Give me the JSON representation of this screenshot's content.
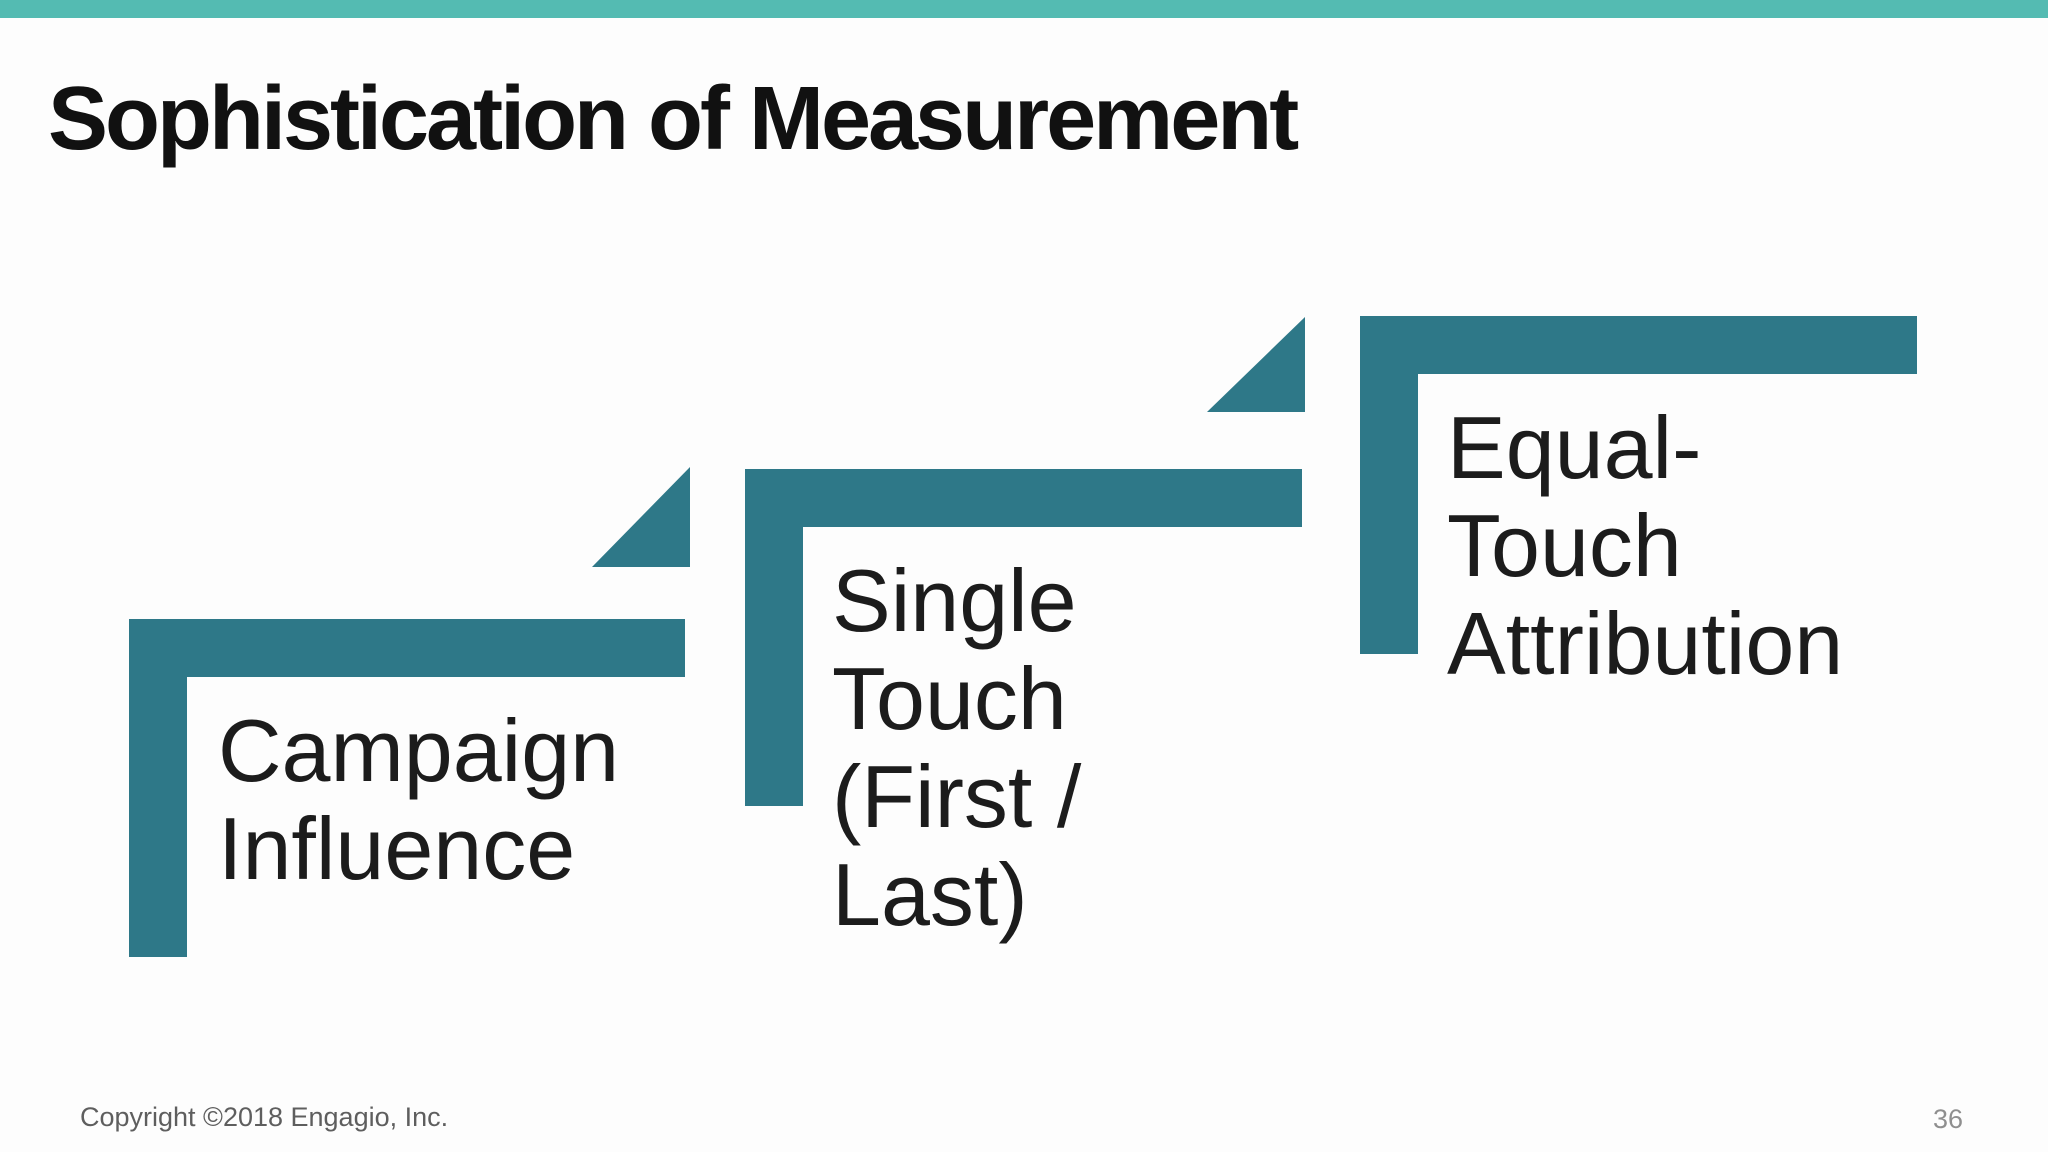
{
  "slide": {
    "title": "Sophistication of Measurement",
    "footer": "Copyright ©2018 Engagio, Inc.",
    "page_number": "36"
  },
  "colors": {
    "background": "#fdfdfd",
    "accent_bar": "#54bbb2",
    "shape_teal": "#2e7888",
    "title_text": "#111111",
    "step_text": "#1c1c1c",
    "footer_text": "#5e5e5e",
    "page_number_text": "#8f8f8f"
  },
  "diagram": {
    "type": "stair-step-progression",
    "description": "Three ascending steps of measurement sophistication, each drawn as a teal corner bracket with an upward arrow triangle between steps",
    "steps": [
      {
        "id": "campaign-influence",
        "lines": [
          "Campaign",
          "Influence"
        ]
      },
      {
        "id": "single-touch",
        "lines": [
          "Single",
          "Touch",
          "(First /",
          "Last)"
        ]
      },
      {
        "id": "equal-touch-attribution",
        "lines": [
          "Equal-",
          "Touch",
          "Attribution"
        ]
      }
    ]
  }
}
